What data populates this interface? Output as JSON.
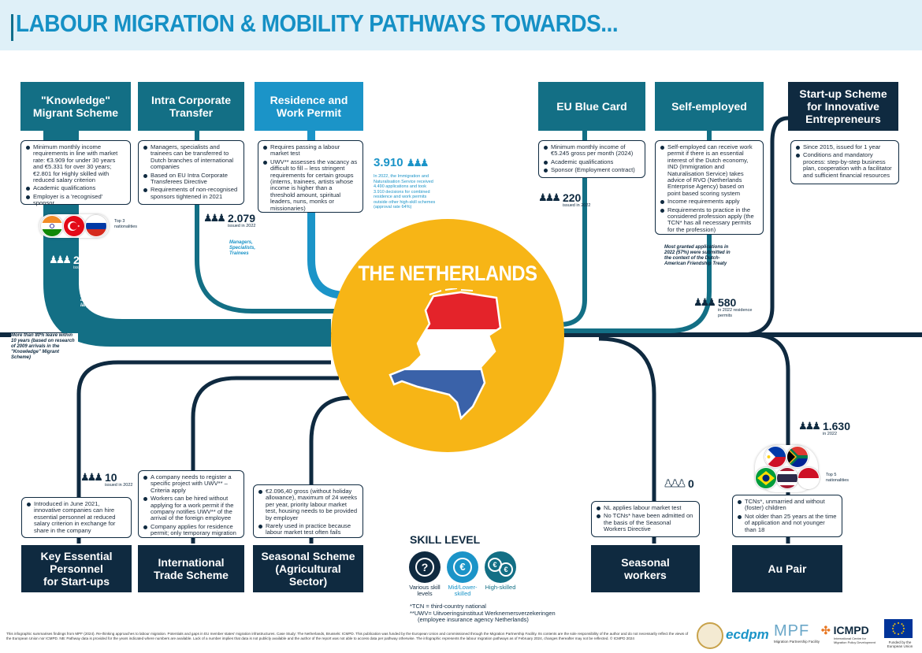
{
  "header": {
    "title": "LABOUR MIGRATION & MOBILITY PATHWAYS TOWARDS..."
  },
  "center": {
    "title": "THE NETHERLANDS"
  },
  "pathways": {
    "knowledge": {
      "title1": "\"Knowledge\"",
      "title2": "Migrant Scheme",
      "bullets": [
        "Minimum monthly income requirements in line with market rate: €3.909 for under 30 years and €5.331 for over 30 years; €2.801 for Highly skilled with reduced salary criterion",
        "Academic qualifications",
        "Employer is a 'recognised' sponsor"
      ],
      "nationalities_label": "Top 3 nationalities",
      "stat_num": "21.550",
      "stat_sub": "issued in 2022",
      "note": "used by IT professionals as well as for workers in large companies",
      "note2": "More than 80% leave within 10 years (based on research of 2009 arrivals in the \"Knowledge\" Migrant Scheme)"
    },
    "ict": {
      "title1": "Intra Corporate",
      "title2": "Transfer",
      "bullets": [
        "Managers, specialists and trainees can be transferred to Dutch branches of international companies",
        "Based on EU Intra Corporate Transferees Directive",
        "Requirements of non-recognised sponsors tightened in 2021"
      ],
      "stat_num": "2.079",
      "stat_sub": "issued in 2022",
      "note": "Managers, Specialists, Trainees"
    },
    "residence": {
      "title1": "Residence and",
      "title2": "Work Permit",
      "bullets": [
        "Requires passing a labour market test",
        "UWV** assesses the vacancy as difficult to fill – less stringent requirements for certain groups (interns, trainees, artists whose income is higher than a threshold amount, spiritual leaders, nuns, monks or missionaries)"
      ],
      "stat_num": "3.910",
      "stat_text": "In 2022, the Immigration and Naturalisation Service received 4.490 applications and took 3.910 decisions for combined residence and work permits outside other high-skill schemes (approval rate 64%)"
    },
    "blue": {
      "title": "EU Blue Card",
      "bullets": [
        "Minimum monthly income of €5.245 gross per month (2024)",
        "Academic qualifications",
        "Sponsor (Employment contract)"
      ],
      "stat_num": "220",
      "stat_sub": "issued in 2022"
    },
    "self": {
      "title": "Self-employed",
      "bullets": [
        "Self-employed can receive work permit if there is an essential interest of the Dutch economy, IND (Immigration and Naturalisation Service) takes advice of RVO (Netherlands Enterprise Agency) based on point based scoring system",
        "Income requirements apply",
        "Requirements to practice in the considered profession apply (the TCN* has all necessary permits for the profession)"
      ],
      "note": "Most granted applications in 2022 (57%) were submitted in the context of the Dutch-American Friendship Treaty"
    },
    "startup": {
      "title1": "Start-up Scheme",
      "title2": "for Innovative",
      "title3": "Entrepreneurs",
      "bullets": [
        "Since 2015, issued for 1 year",
        "Conditions and mandatory process: step-by-step business plan, cooperation with a facilitator and sufficient financial resources"
      ],
      "stat_num": "580",
      "stat_sub": "in 2022 residence permits"
    },
    "keyessential": {
      "title1": "Key Essential",
      "title2": "Personnel",
      "title3": "for Start-ups",
      "bullets": [
        "Introduced in June 2021, innovative companies can hire essential personnel at reduced salary criterion in exchange for share in the company"
      ],
      "stat_num": "10",
      "stat_sub": "issued in 2022"
    },
    "trade": {
      "title1": "International",
      "title2": "Trade Scheme",
      "bullets": [
        "A company needs to register a specific project with UWV** – Criteria apply",
        "Workers can be hired without applying for a work permit if the company notifies UWV** of the arrival of the foreign employee",
        "Company applies for residence permit; only temporary migration"
      ]
    },
    "seasonal_ag": {
      "title1": "Seasonal Scheme",
      "title2": "(Agricultural Sector)",
      "bullets": [
        "€2.096,40 gross (without holiday allowance), maximum of 24 weeks per year, priority labour market test, housing needs to be provided by employer",
        "Rarely used in practice because labour market test often fails"
      ]
    },
    "seasonal": {
      "title1": "Seasonal",
      "title2": "workers",
      "bullets": [
        "NL applies labour market test",
        "No TCNs* have been admitted on the basis of the Seasonal Workers Directive"
      ],
      "stat_num": "0"
    },
    "aupair": {
      "title": "Au Pair",
      "bullets": [
        "TCNs*, unmarried and without (foster) children",
        "Not older than 25 years at the time of application and not younger than 18"
      ],
      "stat_num": "1.630",
      "stat_sub": "in 2022",
      "nationalities_label": "Top 5 nationalities"
    }
  },
  "skill": {
    "title": "SKILL LEVEL",
    "levels": [
      {
        "label": "Various skill levels",
        "symbol": "?"
      },
      {
        "label": "Mid/Lower-skilled",
        "symbol": "€"
      },
      {
        "label": "High-skilled",
        "symbol": "€"
      }
    ]
  },
  "footnote": {
    "line1": "*TCN = third-country national",
    "line2": "**UWV= Uitvoeringsinstituut Werknemersverzekeringen",
    "line3": "(employee insurance agency Netherlands)"
  },
  "disclaimer": "This infographic summarises findings from MPF (2024). Re-thinking approaches to labour migration. Potentials and gaps in EU member states' migration infrastructures. Case Study: The Netherlands, Brussels: ICMPD. This publication was funded by the European Union and commissioned through the Migration Partnership Facility. Its contents are the sole responsibility of the author and do not necessarily reflect the views of the European Union nor ICMPD. NB: Pathway data is provided for the years indicated where numbers are available. Lack of a number implies that data is not publicly available and the author of the report was not able to access data per pathway otherwise. The infographic represents the labour migration pathways as of February 2024, changes thereafter may not be reflected. © ICMPD 2024",
  "logos": {
    "ecdpm": "ecdpm",
    "mpf": "MPF",
    "mpf_sub": "Migration Partnership Facility",
    "icmpd": "ICMPD",
    "icmpd_sub": "International Centre for Migration Policy Development",
    "eu_sub": "Funded by the European Union"
  },
  "colors": {
    "teal": "#136f85",
    "light_blue": "#1b94c8",
    "navy": "#0f2a40",
    "yellow": "#f7b516",
    "header_bg": "#dff0f8"
  },
  "icons": [
    "people-icon",
    "flag-icons",
    "skill-question-icon",
    "skill-euro-icon",
    "skill-euro-double-icon"
  ]
}
